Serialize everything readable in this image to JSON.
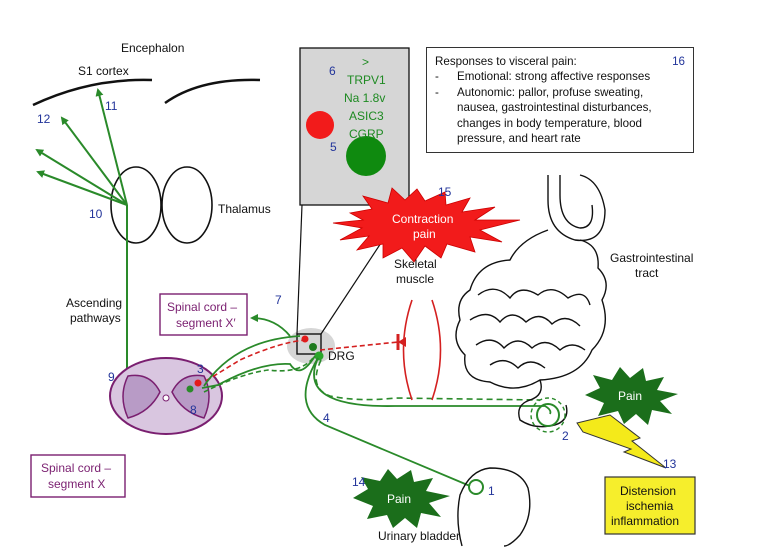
{
  "labels": {
    "encephalon": "Encephalon",
    "s1_cortex": "S1 cortex",
    "thalamus": "Thalamus",
    "ascending_line1": "Ascending",
    "ascending_line2": "pathways",
    "spinal_x_line1": "Spinal cord –",
    "spinal_x_line2": "segment X",
    "spinal_xp_line1": "Spinal cord –",
    "spinal_xp_line2": "segment X′",
    "drg": "DRG",
    "skeletal_line1": "Skeletal",
    "skeletal_line2": "muscle",
    "gi_line1": "Gastrointestinal",
    "gi_line2": "tract",
    "urinary_bladder": "Urinary bladder",
    "contraction_line1": "Contraction",
    "contraction_line2": "pain",
    "pain": "Pain",
    "distension_line1": "Distension",
    "distension_line2": "ischemia",
    "distension_line3": "inflammation"
  },
  "inset": {
    "lines": [
      ">",
      "TRPV1",
      "Na 1.8v",
      "ASIC3",
      "CGRP"
    ]
  },
  "numbers": {
    "n1": "1",
    "n2": "2",
    "n3": "3",
    "n4": "4",
    "n5": "5",
    "n6": "6",
    "n7": "7",
    "n8": "8",
    "n9": "9",
    "n10": "10",
    "n11": "11",
    "n12": "12",
    "n13": "13",
    "n14": "14",
    "n15": "15",
    "n16": "16"
  },
  "responses": {
    "title": "Responses to visceral pain:",
    "items": [
      {
        "dash": "-",
        "text": "Emotional: strong affective responses"
      },
      {
        "dash": "-",
        "text": "Autonomic: pallor, profuse sweating, nausea, gastrointestinal disturbances, changes in body temperature, blood pressure, and heart rate"
      }
    ]
  },
  "colors": {
    "pathway_green": "#2a8a2a",
    "nociceptor_red": "#e41b1b",
    "spinal_purple": "#7a1f70",
    "spinal_fill": "#d9c6e0",
    "inset_gray": "#d6d6d6",
    "star_green": "#1b6e1b",
    "lightning_yellow": "#f4ea1a",
    "stimulus_box_yellow": "#f6ee2c"
  }
}
